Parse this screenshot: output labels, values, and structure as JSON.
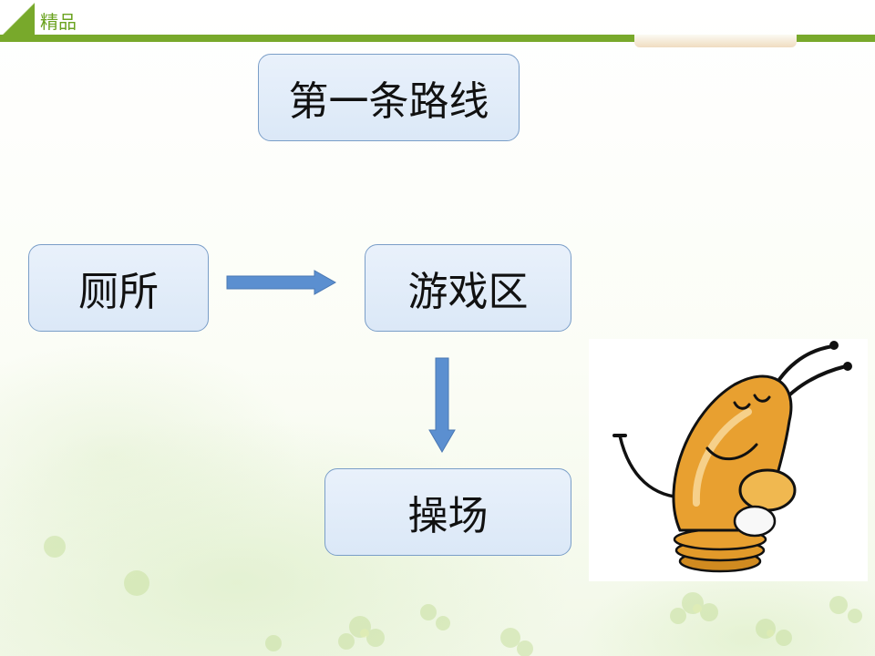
{
  "header": {
    "label": "精品"
  },
  "diagram": {
    "title": "第一条路线",
    "nodes": {
      "toilet": "厕所",
      "play_area": "游戏区",
      "playground": "操场"
    },
    "edges": [
      {
        "from": "厕所",
        "to": "游戏区"
      },
      {
        "from": "游戏区",
        "to": "操场"
      }
    ]
  },
  "colors": {
    "header_green": "#78a92b",
    "node_border": "#7a9ec8",
    "node_fill": "#dfeaf8",
    "arrow_fill": "#5b8fd0",
    "shrimp_body": "#e8a030"
  }
}
